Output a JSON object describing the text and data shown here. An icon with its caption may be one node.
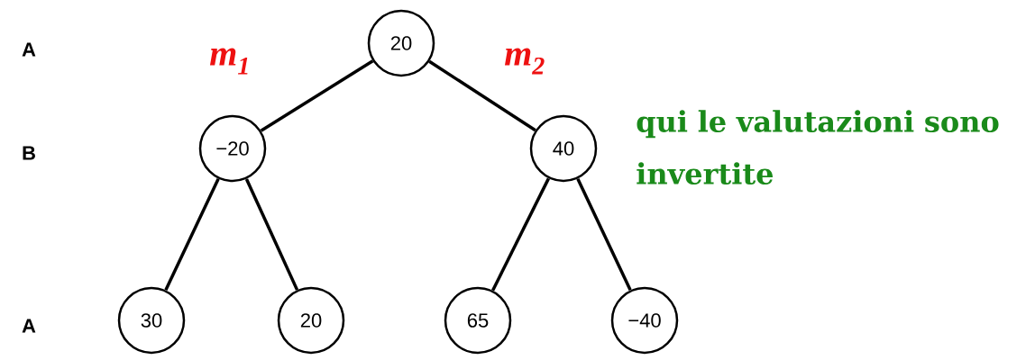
{
  "diagram": {
    "nodes": [
      {
        "text": [
          "20"
        ]
      },
      {
        "text": [
          "−20"
        ]
      },
      {
        "text": [
          "40"
        ]
      },
      {
        "text": [
          "30"
        ]
      },
      {
        "text": [
          "20"
        ]
      },
      {
        "text": [
          "65"
        ]
      },
      {
        "text": [
          "−40"
        ]
      }
    ],
    "edges": [
      {
        "from": 0,
        "to": 1,
        "arrow": "none"
      },
      {
        "from": 0,
        "to": 2,
        "arrow": "none"
      },
      {
        "from": 1,
        "to": 3,
        "arrow": "none"
      },
      {
        "from": 1,
        "to": 4,
        "arrow": "none"
      },
      {
        "from": 2,
        "to": 5,
        "arrow": "none"
      },
      {
        "from": 2,
        "to": 6,
        "arrow": "none"
      }
    ],
    "labels": [
      "A",
      "m$_{1}$",
      "m$_{2}$",
      "B",
      "qui le valutazioni sono invertite",
      "A"
    ]
  }
}
